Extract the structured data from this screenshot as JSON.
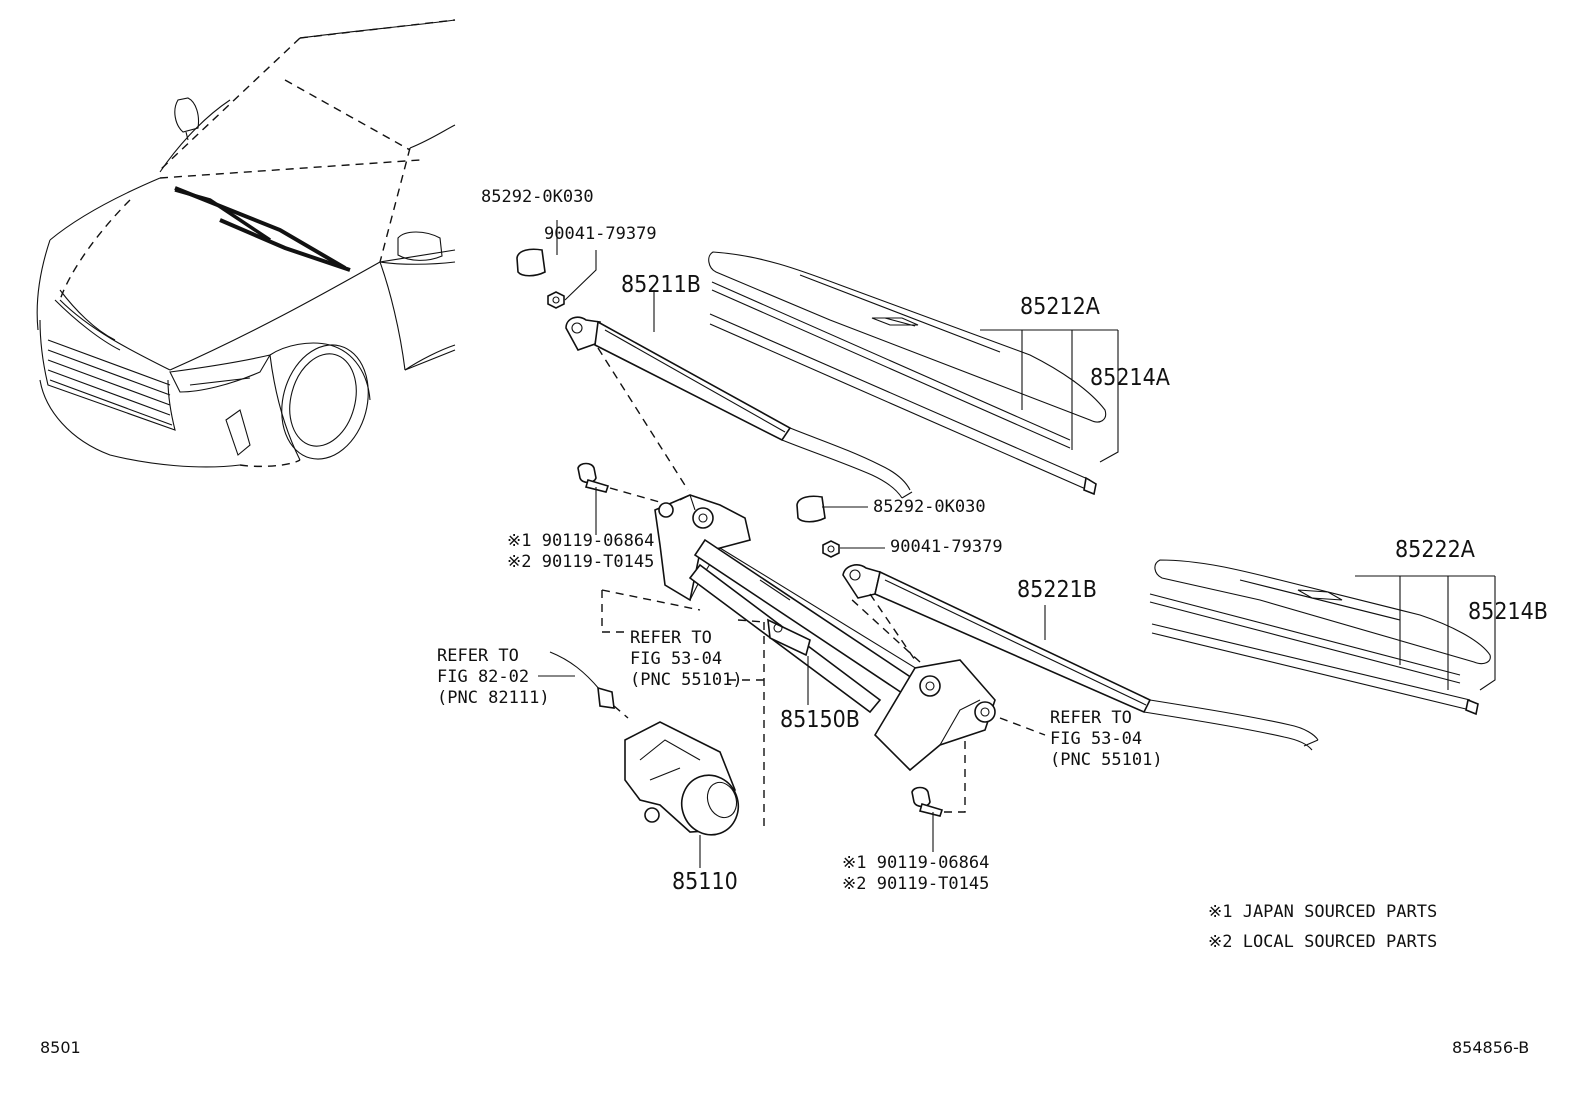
{
  "labels": {
    "cap_left": "85292-0K030",
    "nut_left": "90041-79379",
    "arm_left": "85211B",
    "blade_left": "85212A",
    "refill_left": "85214A",
    "bolt_left_1": "※1 90119-06864",
    "bolt_left_2": "※2 90119-T0145",
    "refer_5304_a_1": "REFER TO",
    "refer_5304_a_2": "FIG 53-04",
    "refer_5304_a_3": "(PNC 55101)",
    "refer_8202_1": "REFER TO",
    "refer_8202_2": "FIG 82-02",
    "refer_8202_3": "(PNC 82111)",
    "link": "85150B",
    "motor": "85110",
    "cap_right": "85292-0K030",
    "nut_right": "90041-79379",
    "arm_right": "85221B",
    "blade_right": "85222A",
    "refill_right": "85214B",
    "refer_5304_b_1": "REFER TO",
    "refer_5304_b_2": "FIG 53-04",
    "refer_5304_b_3": "(PNC 55101)",
    "bolt_right_1": "※1 90119-06864",
    "bolt_right_2": "※2 90119-T0145",
    "note_1": "※1 JAPAN SOURCED PARTS",
    "note_2": "※2 LOCAL SOURCED PARTS",
    "page_id": "8501",
    "figure_id": "854856-B"
  },
  "icons": [
    "car-icon",
    "wiper-arm-icon",
    "wiper-blade-icon",
    "wiper-motor-icon",
    "wiper-link-icon",
    "bolt-icon",
    "nut-icon",
    "cap-icon",
    "connector-icon"
  ]
}
